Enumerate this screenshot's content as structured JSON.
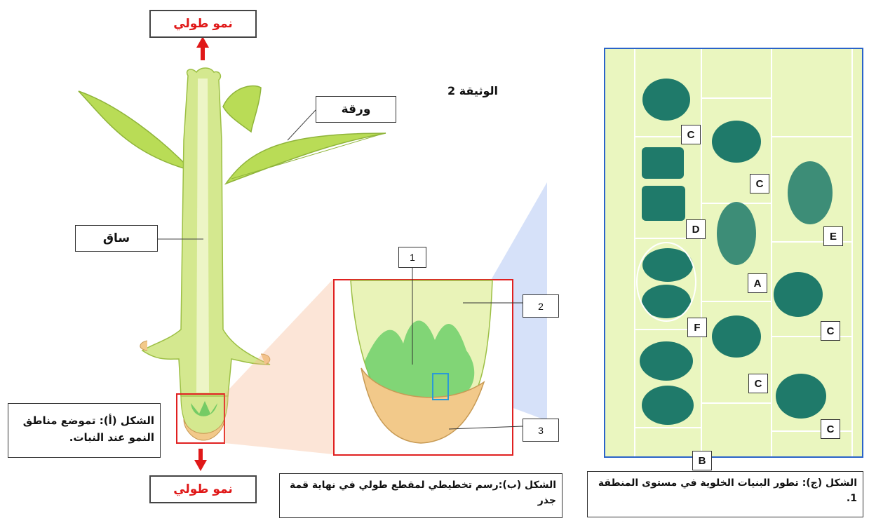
{
  "document_title": "الوثيقة 2",
  "figure_a": {
    "growth_top": "نمو طولي",
    "growth_bottom": "نمو طولي",
    "leaf_label": "ورقة",
    "stem_label": "ساق",
    "caption": "الشكل (أ): تموضع مناطق النمو عند النبات."
  },
  "figure_b": {
    "label_1": "1",
    "label_2": "2",
    "label_3": "3",
    "caption": "الشكل (ب):رسم تخطيطي لمقطع طولي في نهاية قمة جذر"
  },
  "figure_c": {
    "cell_labels": [
      "C",
      "C",
      "E",
      "D",
      "A",
      "F",
      "C",
      "C",
      "B",
      "C"
    ],
    "caption": "الشكل (ج): تطور البنيات الخلوية في مستوى المنطقة 1."
  },
  "colors": {
    "plant_green": "#cfe58a",
    "leaf_green": "#b9dc56",
    "meristem_green": "#5cc35a",
    "root_cap": "#f2c98a",
    "growth_red": "#e01818",
    "frame_red": "#e02020",
    "frame_blue": "#2a63c9",
    "chromatin": "#1f7a6a",
    "cell_bg": "#e8f5bd"
  }
}
